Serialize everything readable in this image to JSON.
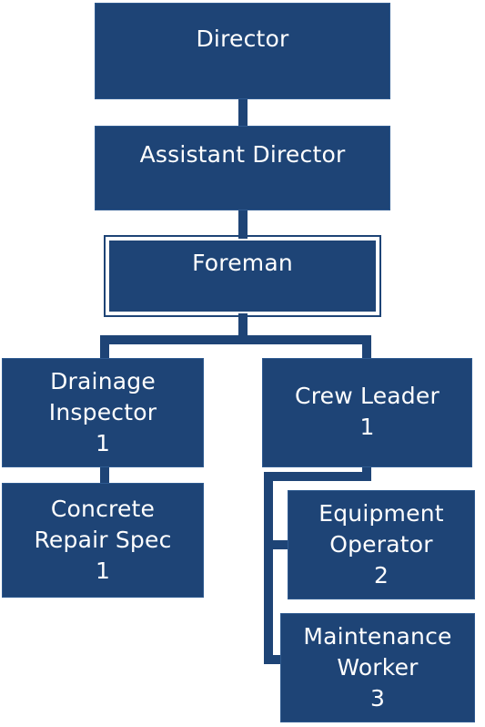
{
  "colors": {
    "box_fill": "#1e4476",
    "connector": "#1e4476",
    "text": "#ffffff"
  },
  "director": {
    "label": "Director"
  },
  "assistant_director": {
    "label": "Assistant Director"
  },
  "foreman": {
    "label": "Foreman"
  },
  "drainage_inspector": {
    "line1": "Drainage",
    "line2": "Inspector",
    "count": "1"
  },
  "crew_leader": {
    "label": "Crew Leader",
    "count": "1"
  },
  "concrete_repair_spec": {
    "line1": "Concrete",
    "line2": "Repair Spec",
    "count": "1"
  },
  "equipment_operator": {
    "line1": "Equipment",
    "line2": "Operator",
    "count": "2"
  },
  "maintenance_worker": {
    "line1": "Maintenance",
    "line2": "Worker",
    "count": "3"
  }
}
